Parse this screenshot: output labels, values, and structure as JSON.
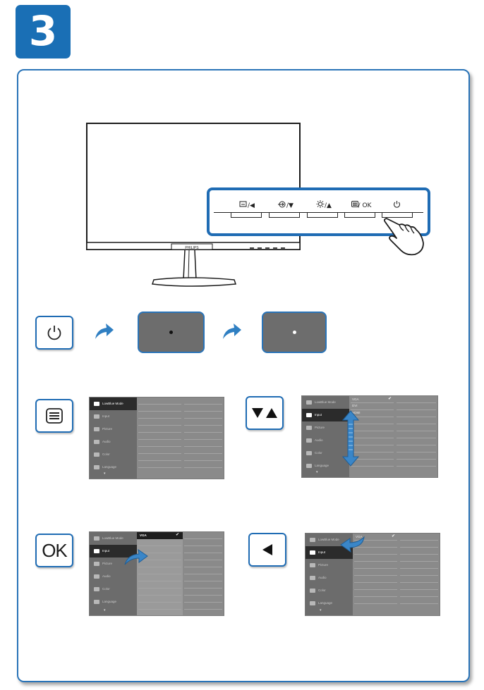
{
  "step": {
    "number": "3"
  },
  "monitor": {
    "brand": "PHILIPS",
    "buttons": [
      {
        "label": "/◀",
        "icon": "picture-format-icon"
      },
      {
        "label": "/▼",
        "icon": "input-icon"
      },
      {
        "label": "/▲",
        "icon": "brightness-icon"
      },
      {
        "label": "/ OK",
        "icon": "menu-icon"
      },
      {
        "label": "",
        "icon": "power-icon"
      }
    ]
  },
  "row_power": {
    "key_icon": "power-icon",
    "screen_off_dot": "#111111",
    "screen_on_dot": "#ffffff"
  },
  "osd_menu_items": [
    "LowBlue Mode",
    "Input",
    "Picture",
    "Audio",
    "Color",
    "Language"
  ],
  "osd_submenu": [
    "VGA",
    "DVI",
    "HDMI"
  ],
  "row_menu": {
    "key_icon": "menu-icon",
    "selected_menu": "LowBlue Mode"
  },
  "row_updown": {
    "key_icon": "down-up-arrows-icon",
    "selected_menu": "Input"
  },
  "row_ok": {
    "key_label": "OK",
    "selected_menu": "Input",
    "selected_sub": "VGA"
  },
  "row_left": {
    "key_icon": "left-arrow-icon",
    "selected_menu": "Input"
  },
  "colors": {
    "accent": "#1a6fb5",
    "frame": "#2a74b8",
    "arrow": "#3a86c8",
    "osd_menu": "#6c6c6c",
    "osd_selected": "#2b2b2b"
  }
}
